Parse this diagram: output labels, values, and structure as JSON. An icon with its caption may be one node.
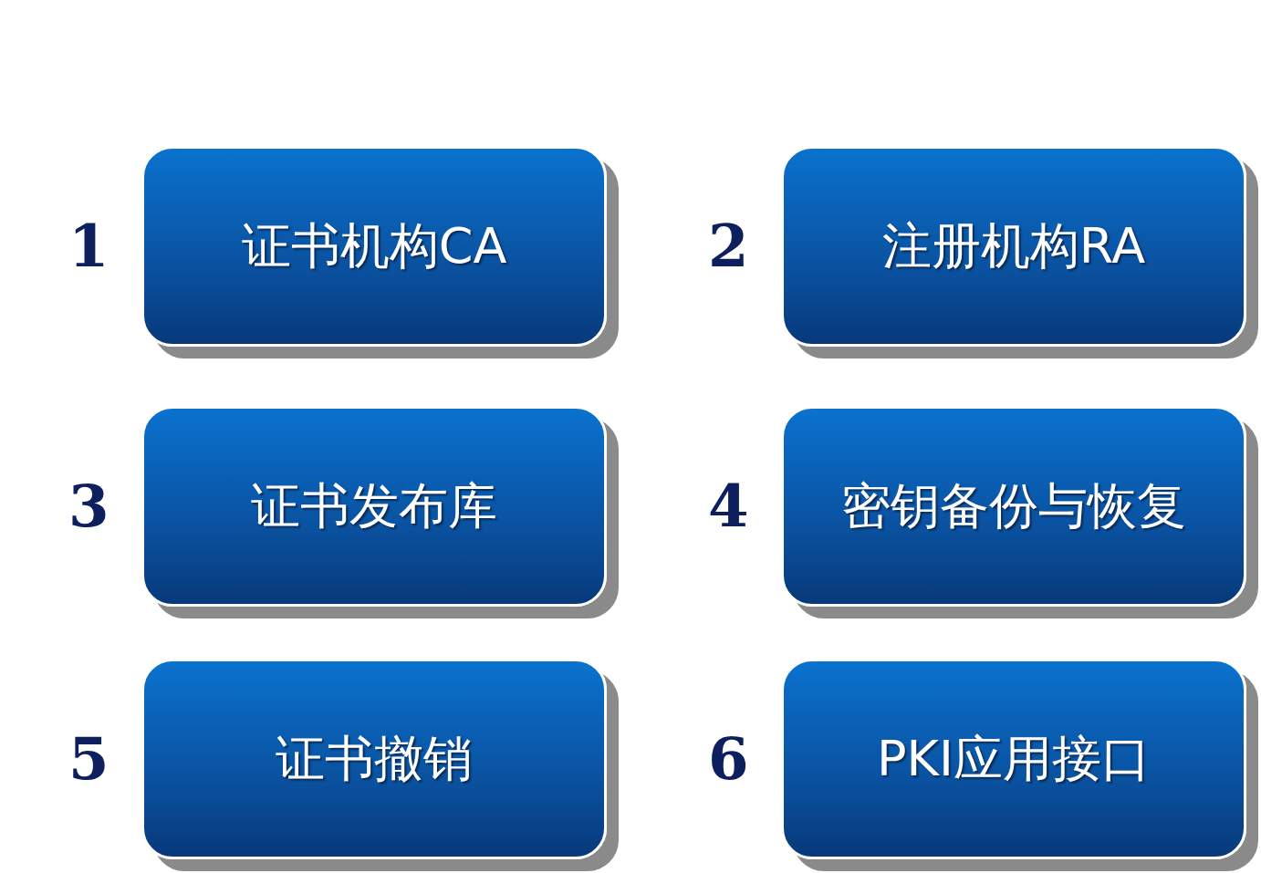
{
  "diagram": {
    "nodes": [
      {
        "text": [
          "证书机构CA"
        ],
        "beside": [
          "1"
        ]
      },
      {
        "text": [
          "注册机构RA"
        ],
        "beside": [
          "2"
        ]
      },
      {
        "text": [
          "证书发布库"
        ],
        "beside": [
          "3"
        ]
      },
      {
        "text": [
          "密钥备份与恢复"
        ],
        "beside": [
          "4"
        ]
      },
      {
        "text": [
          "证书撤销"
        ],
        "beside": [
          "5"
        ]
      },
      {
        "text": [
          "PKI应用接口"
        ],
        "beside": [
          "6"
        ]
      }
    ]
  }
}
